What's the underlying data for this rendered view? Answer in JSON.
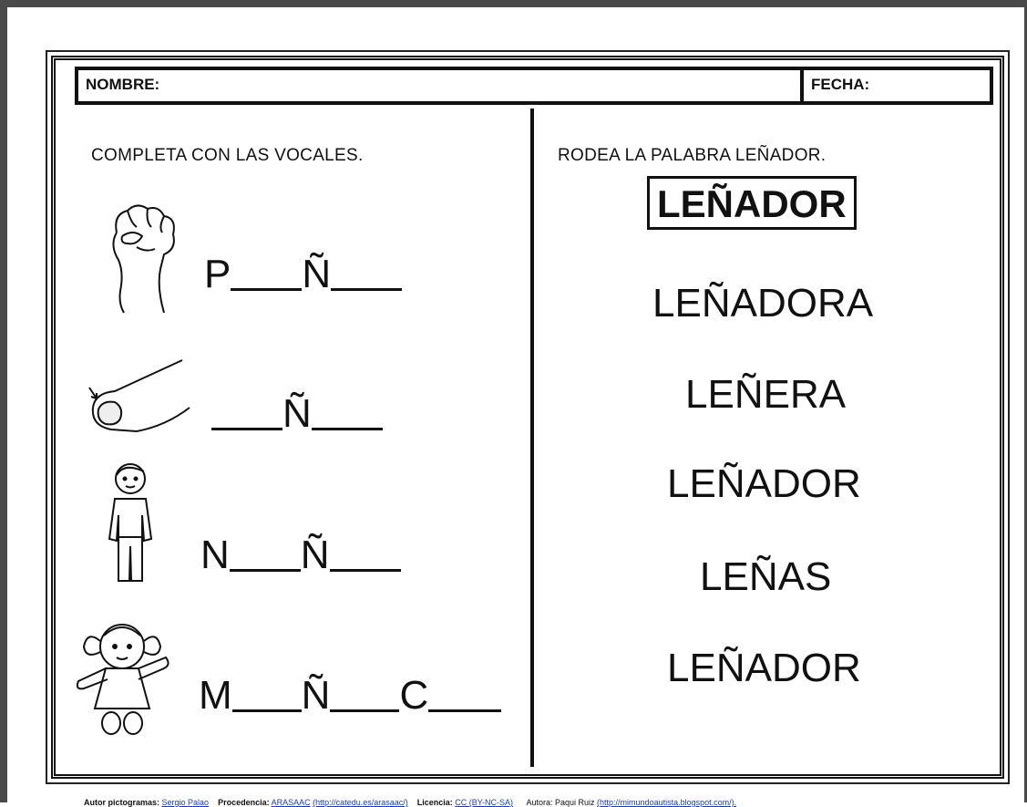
{
  "header": {
    "nombre_label": "NOMBRE:",
    "fecha_label": "FECHA:"
  },
  "left": {
    "instruction": "COMPLETA CON LAS VOCALES.",
    "rows": [
      {
        "picture": "fist-picture",
        "letters": [
          "P",
          "Ñ"
        ]
      },
      {
        "picture": "fingernail-picture",
        "letters": [
          "Ñ"
        ]
      },
      {
        "picture": "boy-picture",
        "letters": [
          "N",
          "Ñ"
        ]
      },
      {
        "picture": "doll-picture",
        "letters": [
          "M",
          "Ñ",
          "C"
        ]
      }
    ]
  },
  "right": {
    "instruction": "RODEA LA PALABRA LEÑADOR.",
    "words": [
      "LEÑADOR",
      "LEÑADORA",
      "LEÑERA",
      "LEÑADOR",
      "LEÑAS",
      "LEÑADOR"
    ],
    "circled_index": 0
  },
  "credits": {
    "author_label": "Autor pictogramas:",
    "author_name": "Sergio Palao",
    "source_label": "Procedencia:",
    "source_name": "ARASAAC",
    "source_url": "(http://catedu.es/arasaac/)",
    "license_label": "Licencia:",
    "license_name": "CC (BY-NC-SA)",
    "authoress": "Autora: Paqui Ruiz",
    "authoress_url": "(http://mimundoautista.blogspot.com/)."
  }
}
